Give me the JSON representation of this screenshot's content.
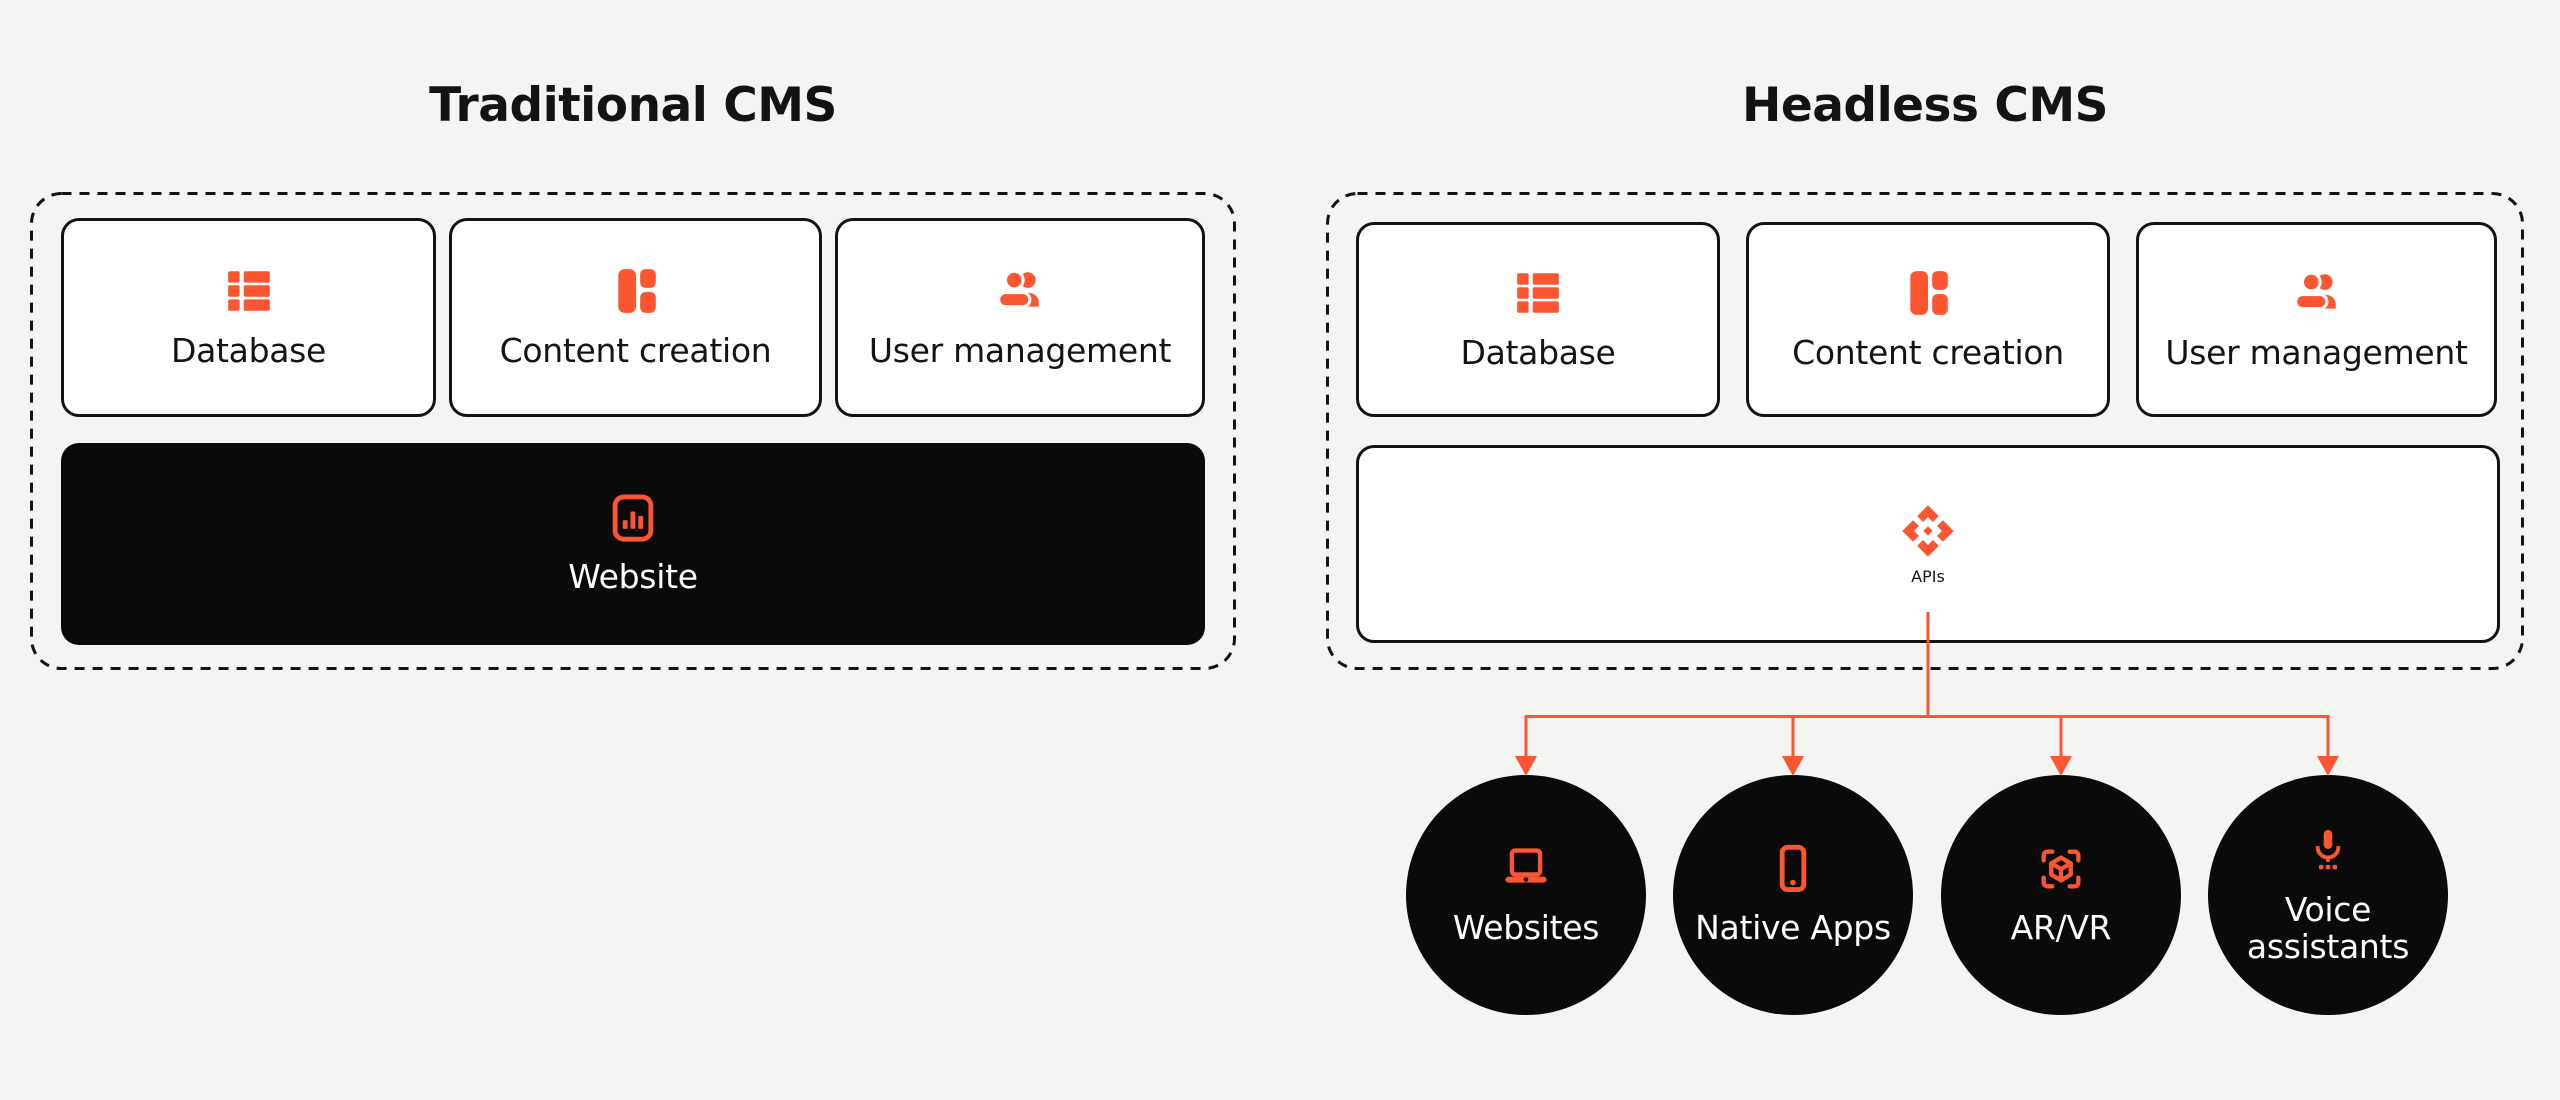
{
  "colors": {
    "background": "#F4F4F2",
    "accent_orange": "#FB5531",
    "box_black": "#0A0A0A",
    "border_dark": "#131313",
    "white": "#FFFFFF"
  },
  "panels": {
    "traditional": {
      "title": "Traditional CMS",
      "boxes": [
        {
          "label": "Database",
          "icon": "list-rows-icon"
        },
        {
          "label": "Content creation",
          "icon": "layout-blocks-icon"
        },
        {
          "label": "User management",
          "icon": "users-icon"
        }
      ],
      "output": {
        "label": "Website",
        "icon": "bar-chart-frame-icon"
      }
    },
    "headless": {
      "title": "Headless CMS",
      "boxes": [
        {
          "label": "Database",
          "icon": "list-rows-icon"
        },
        {
          "label": "Content creation",
          "icon": "layout-blocks-icon"
        },
        {
          "label": "User management",
          "icon": "users-icon"
        }
      ],
      "api_box": {
        "label": "APIs",
        "icon": "api-diamonds-icon"
      },
      "channels": [
        {
          "label": "Websites",
          "icon": "laptop-icon"
        },
        {
          "label": "Native Apps",
          "icon": "smartphone-icon"
        },
        {
          "label": "AR/VR",
          "icon": "ar-cube-icon"
        },
        {
          "label": "Voice assistants",
          "label_line1": "Voice",
          "label_line2": "assistants",
          "icon": "microphone-icon"
        }
      ]
    }
  }
}
